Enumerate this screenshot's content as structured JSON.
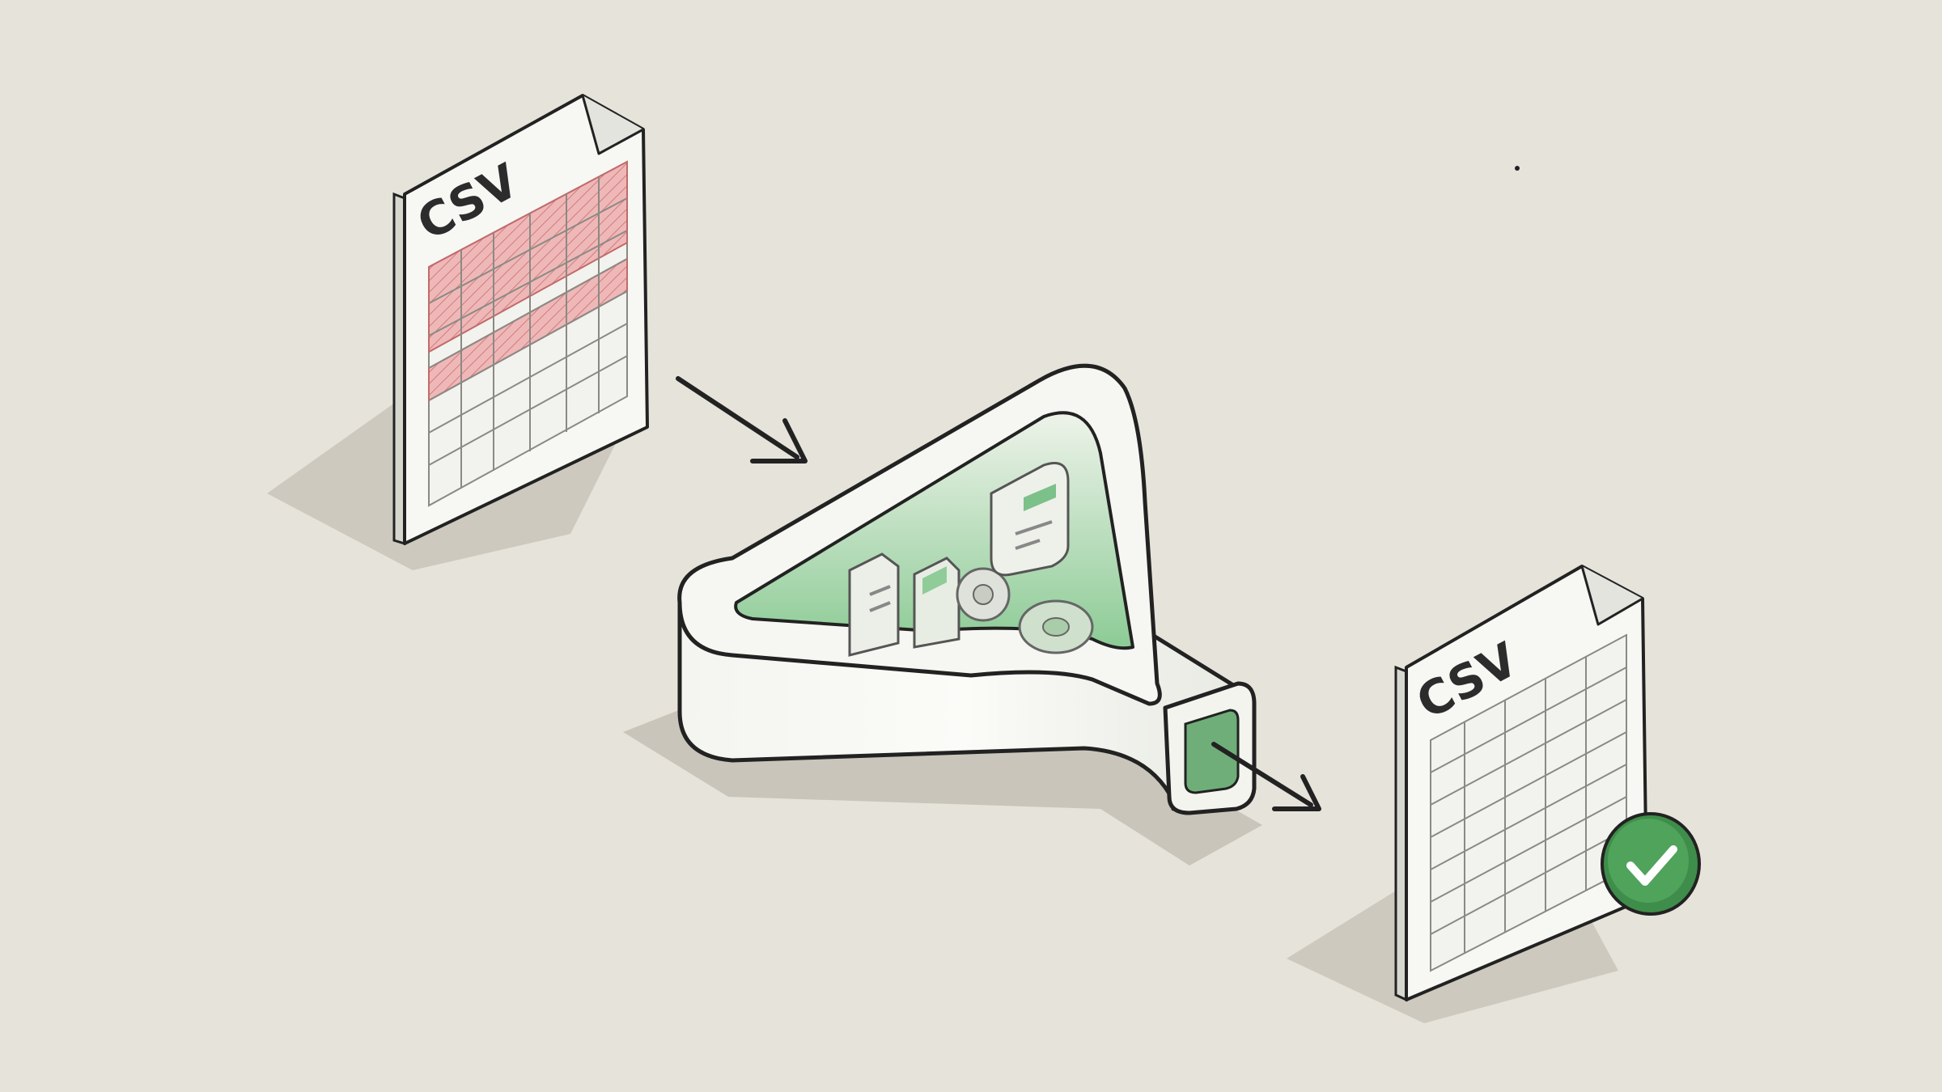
{
  "source_file": {
    "label": "CSV",
    "state": "dirty",
    "highlight_color": "#e59a9a"
  },
  "filter": {
    "inner_accent_color": "#7cc08a",
    "contents_icons": [
      "document-icon",
      "spreadsheet-icon",
      "gear-icon",
      "gear-icon"
    ]
  },
  "output_file": {
    "label": "CSV",
    "state": "clean",
    "badge_icon": "checkmark-icon",
    "badge_color": "#4a9a55"
  },
  "arrows": [
    "arrow-right-down-icon",
    "arrow-right-down-icon"
  ]
}
